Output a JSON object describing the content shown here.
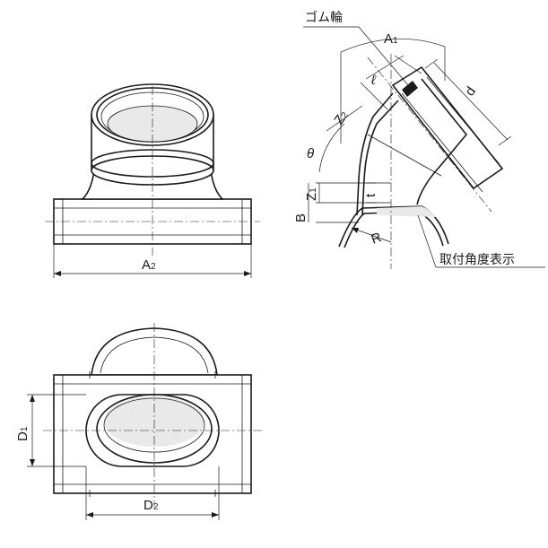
{
  "labels": {
    "a2": "A",
    "a2_sub": "2",
    "d1": "D",
    "d1_sub": "1",
    "d2": "D",
    "d2_sub": "2",
    "a1": "A",
    "a1_sub": "1",
    "l": "ℓ",
    "d": "d",
    "z2": "Z",
    "z2_sub": "2",
    "z1": "Z",
    "z1_sub": "1",
    "b": "B",
    "t": "t",
    "r": "R",
    "theta": "θ",
    "rubber_ring": "ゴム輪",
    "mounting_angle": "取付角度表示"
  },
  "colors": {
    "line": "#1a1a1a",
    "shade": "#e9e9e9",
    "background": "#ffffff"
  }
}
